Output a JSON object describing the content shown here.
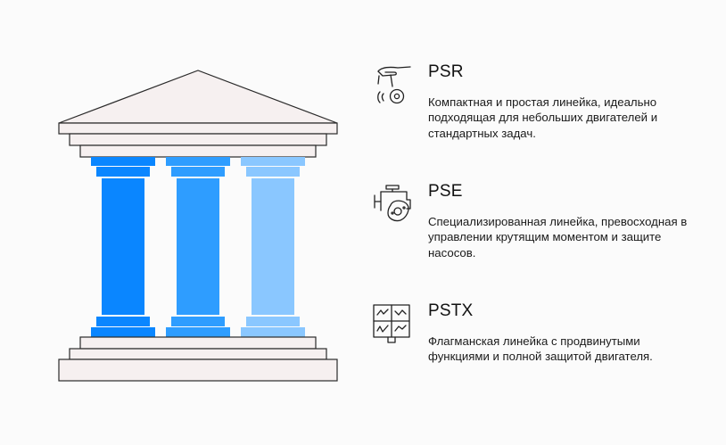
{
  "temple": {
    "column_colors": [
      "#0a86ff",
      "#2e9dff",
      "#8ac7ff"
    ],
    "pediment_fill": "#f6f0f0",
    "stroke": "#2a2a2a"
  },
  "items": [
    {
      "title": "PSR",
      "icon": "hand-with-gear-icon",
      "description": "Компактная и простая линейка, идеально подходящая для небольших двигателей и стандартных задач."
    },
    {
      "title": "PSE",
      "icon": "engine-icon",
      "description": "Специализированная линейка, превосходная в управлении крутящим моментом и защите насосов."
    },
    {
      "title": "PSTX",
      "icon": "monitor-dashboard-icon",
      "description": "Флагманская линейка с продвинутыми функциями и полной защитой двигателя."
    }
  ]
}
